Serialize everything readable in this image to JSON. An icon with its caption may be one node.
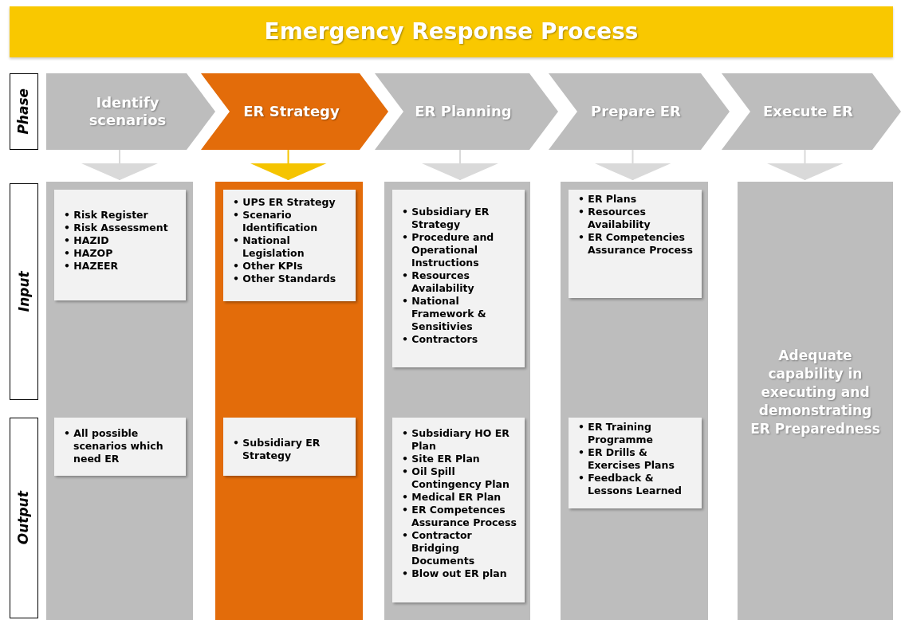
{
  "diagram": {
    "title": "Emergency Response Process",
    "nodes": [
      {
        "text": [
          "Phase"
        ]
      },
      {
        "text": [
          "Identify scenarios"
        ]
      },
      {
        "text": [
          "ER Strategy"
        ]
      },
      {
        "text": [
          "ER Planning"
        ]
      },
      {
        "text": [
          "Prepare ER"
        ]
      },
      {
        "text": [
          "Execute ER"
        ]
      },
      {
        "text": [
          "Input"
        ]
      },
      {
        "text": [
          "Output"
        ]
      },
      {
        "text": [],
        "shape": "bar"
      },
      {
        "text": [
          "• Risk Register",
          "• Risk Assessment",
          "• HAZID",
          "• HAZOP",
          "• HAZEER"
        ],
        "in": 8
      },
      {
        "text": [
          "• All possible scenarios which need ER"
        ],
        "in": 8
      },
      {
        "text": [],
        "shape": "bar"
      },
      {
        "text": [
          "• UPS ER Strategy",
          "• Scenario Identification",
          "• National Legislation",
          "• Other KPIs",
          "• Other Standards"
        ],
        "in": 11
      },
      {
        "text": [
          "• Subsidiary ER Strategy"
        ],
        "in": 11
      },
      {
        "text": [],
        "shape": "bar"
      },
      {
        "text": [
          "• Subsidiary ER Strategy",
          "• Procedure  and Operational Instructions",
          "• Resources Availability",
          "• National Framework & Sensitivies",
          "• Contractors"
        ],
        "in": 14
      },
      {
        "text": [
          "• Subsidiary HO ER Plan",
          "• Site ER Plan",
          "• Oil Spill Contingency Plan",
          "• Medical ER Plan",
          "• ER Competences Assurance Process",
          "• Contractor Bridging Documents",
          "• Blow out ER plan"
        ],
        "in": 14
      },
      {
        "text": [],
        "shape": "bar"
      },
      {
        "text": [
          "• ER Plans",
          "• Resources Availability",
          "• ER Competencies Assurance Process"
        ],
        "in": 17
      },
      {
        "text": [
          "• ER Training Programme",
          "• ER Drills & Exercises Plans",
          "• Feedback & Lessons Learned"
        ],
        "in": 17
      },
      {
        "text": [
          "Adequate capability in executing and demonstrating ER Preparedness"
        ]
      }
    ],
    "edges": [
      {
        "from": 1,
        "to": 8,
        "arrow": "to"
      },
      {
        "from": 2,
        "to": 11,
        "arrow": "to",
        "color": "#f5c400"
      },
      {
        "from": 3,
        "to": 14,
        "arrow": "to"
      },
      {
        "from": 4,
        "to": 17,
        "arrow": "to"
      },
      {
        "from": 5,
        "to": 20,
        "arrow": "to"
      }
    ]
  }
}
